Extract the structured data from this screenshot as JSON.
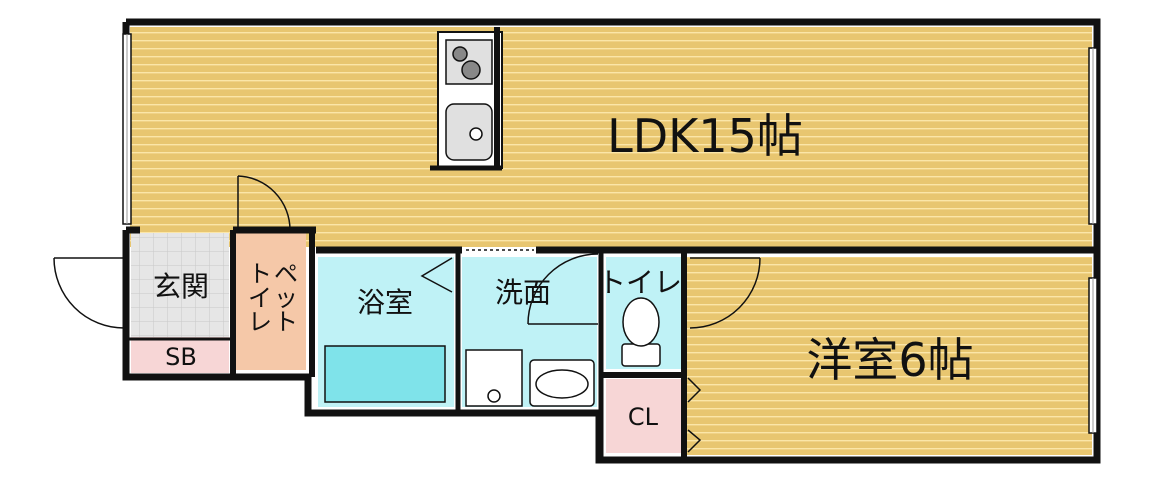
{
  "rooms": {
    "ldk": "LDK15帖",
    "western": "洋室6帖",
    "entrance": "玄関",
    "shoe_box": "SB",
    "pet_toilet": "ペットトイレ",
    "bathroom": "浴室",
    "washroom": "洗面",
    "toilet": "トイレ",
    "closet": "CL"
  },
  "colors": {
    "floor_wood": "#e8c670",
    "floor_stripe": "#fbe6a8",
    "wet_area": "#bff2f6",
    "bathtub": "#7fe3ea",
    "entrance_tile": "#e6e6e6",
    "shoe_box": "#f7d6d6",
    "pet_toilet": "#f5c8a8",
    "closet": "#f7d6d6",
    "wall": "#111111"
  }
}
